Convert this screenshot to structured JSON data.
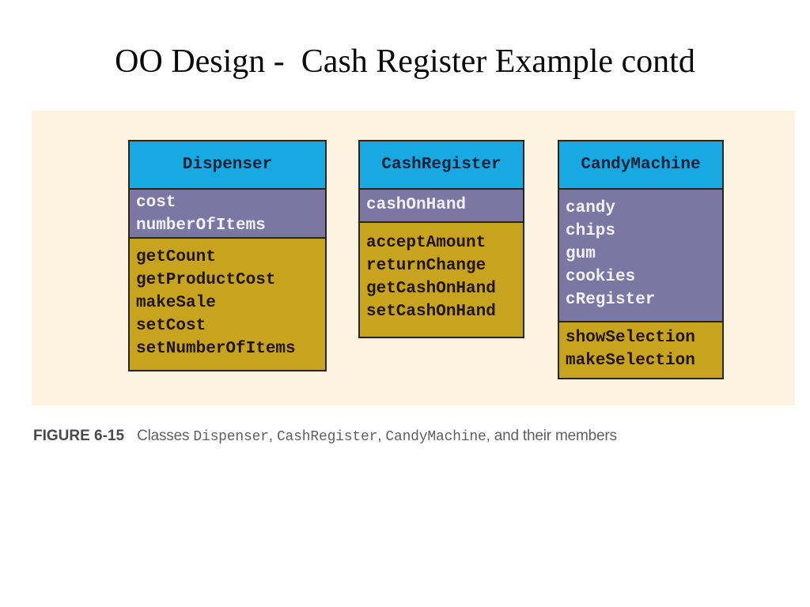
{
  "slide": {
    "title": "OO Design -  Cash Register Example contd"
  },
  "figure": {
    "caption": {
      "label": "FIGURE 6-15",
      "parts": [
        {
          "text": "Classes ",
          "mono": false
        },
        {
          "text": "Dispenser",
          "mono": true
        },
        {
          "text": ", ",
          "mono": false
        },
        {
          "text": "CashRegister",
          "mono": true
        },
        {
          "text": ", ",
          "mono": false
        },
        {
          "text": "CandyMachine",
          "mono": true
        },
        {
          "text": ", and their members",
          "mono": false
        }
      ]
    },
    "classes": [
      {
        "name": "Dispenser",
        "attributes": [
          "cost",
          "numberOfItems"
        ],
        "methods": [
          "getCount",
          "getProductCost",
          "makeSale",
          "setCost",
          "setNumberOfItems"
        ]
      },
      {
        "name": "CashRegister",
        "attributes": [
          "cashOnHand"
        ],
        "methods": [
          "acceptAmount",
          "returnChange",
          "getCashOnHand",
          "setCashOnHand"
        ]
      },
      {
        "name": "CandyMachine",
        "attributes": [
          "candy",
          "chips",
          "gum",
          "cookies",
          "cRegister"
        ],
        "methods": [
          "showSelection",
          "makeSelection"
        ]
      }
    ],
    "colors": {
      "header_background": "#18a9e2",
      "attributes_background": "#7c76a3",
      "methods_background": "#c8a31e",
      "panel_background": "#fcf4e0",
      "box_border": "#2a251c",
      "attribute_text": "#f2f0fa",
      "method_text": "#201607",
      "caption_text": "#5f5f5f"
    }
  }
}
